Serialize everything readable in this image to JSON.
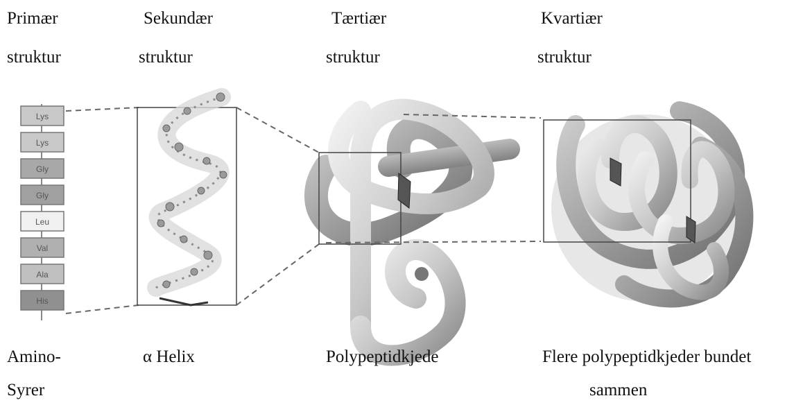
{
  "headers": {
    "primary": [
      "Primær",
      "struktur"
    ],
    "secondary": [
      "Sekundær",
      "struktur"
    ],
    "tertiary": [
      "Tærtiær",
      "struktur"
    ],
    "quaternary": [
      "Kvartiær",
      "struktur"
    ]
  },
  "captions": {
    "primary": [
      "Amino-",
      "Syrer"
    ],
    "secondary": "α Helix",
    "tertiary": "Polypeptidkjede",
    "quaternary": [
      "Flere polypeptidkjeder bundet",
      "sammen"
    ]
  },
  "amino_acids": [
    "Lys",
    "Lys",
    "Gly",
    "Gly",
    "Leu",
    "Val",
    "Ala",
    "His"
  ]
}
